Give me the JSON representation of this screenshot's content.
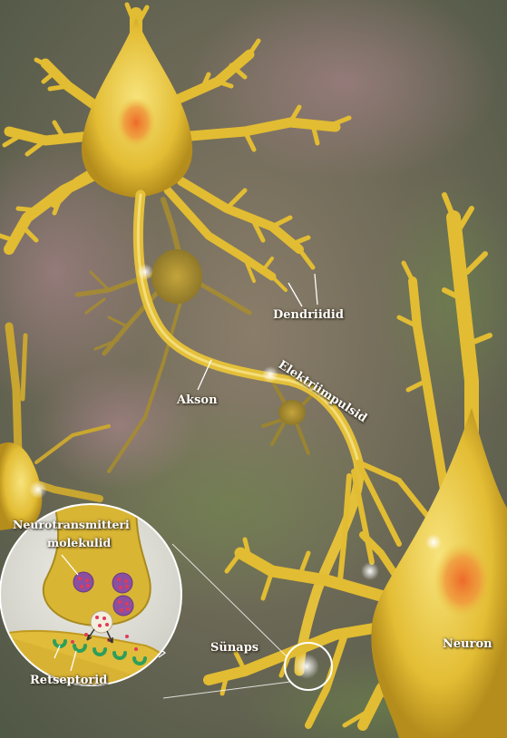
{
  "labels": {
    "dendrites": "Dendriidid",
    "axon": "Akson",
    "impulses": "Elektriimpulsid",
    "neurotransmitter_line1": "Neurotransmitteri",
    "neurotransmitter_line2": "molekulid",
    "synapse": "Sünaps",
    "receptors": "Retseptorid",
    "neuron": "Neuron"
  },
  "colors": {
    "neuron_body": "#e8c43a",
    "neuron_highlight": "#f6e27a",
    "nucleus": "#e8733a",
    "background": "#6e6a55",
    "vesicle": "#8b4fa0",
    "receptor": "#2f9e5a"
  }
}
